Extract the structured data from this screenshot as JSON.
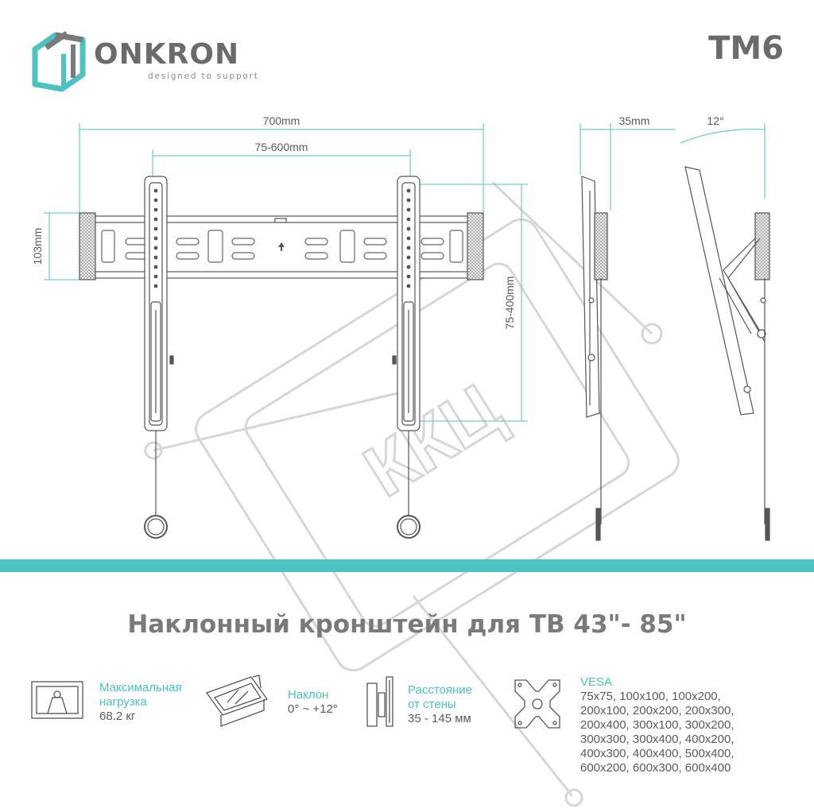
{
  "brand": {
    "name": "ONKRON",
    "tagline": "designed to support"
  },
  "model": "TM6",
  "dimensions": {
    "width_total": "700mm",
    "width_vesa": "75-600mm",
    "height_plate": "103mm",
    "height_vesa": "75-400mm",
    "depth": "35mm",
    "tilt": "12°"
  },
  "watermark": "ККЦ",
  "title": "Наклонный кронштейн для ТВ 43\"- 85\"",
  "specs": {
    "load": {
      "label_1": "Максимальная",
      "label_2": "нагрузка",
      "value": "68.2 кг"
    },
    "tilt": {
      "label": "Наклон",
      "value": "0° ~ +12°"
    },
    "distance": {
      "label_1": "Расстояние",
      "label_2": "от стены",
      "value": "35 - 145 мм"
    },
    "vesa": {
      "label": "VESA",
      "lines": [
        "75x75, 100x100, 100x200,",
        "200x100, 200x200, 200x300,",
        "200x400, 300x100, 300x200,",
        "300x300, 300x400,  400x200,",
        "400x300, 400x400, 500x400,",
        "600x200, 600x300, 600x400"
      ]
    }
  },
  "colors": {
    "accent": "#4cc3c0",
    "text_gray": "#6b6b6b",
    "line": "#555555",
    "watermark": "#d6d6d6"
  }
}
